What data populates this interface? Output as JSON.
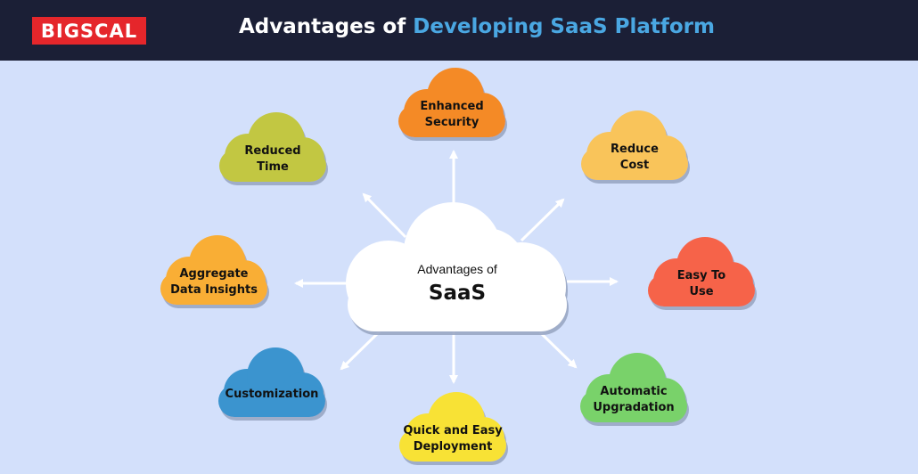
{
  "header": {
    "logo": "BIGSCAL",
    "title_prefix": "Advantages of ",
    "title_accent": "Developing SaaS Platform"
  },
  "colors": {
    "background": "#d3e0fb",
    "header": "#1b1f36",
    "logo": "#e5262b",
    "title_accent": "#4aa7e2"
  },
  "center": {
    "line1": "Advantages of",
    "line2": "SaaS"
  },
  "clouds": [
    {
      "id": "enhanced-security",
      "lines": [
        "Enhanced",
        "Security"
      ],
      "color": "#f48a26"
    },
    {
      "id": "reduce-cost",
      "lines": [
        "Reduce",
        "Cost"
      ],
      "color": "#f9c45a"
    },
    {
      "id": "easy-to-use",
      "lines": [
        "Easy To",
        "Use"
      ],
      "color": "#f6644a"
    },
    {
      "id": "automatic-upgradation",
      "lines": [
        "Automatic",
        "Upgradation"
      ],
      "color": "#79d26a"
    },
    {
      "id": "quick-and-easy-deployment",
      "lines": [
        "Quick and Easy",
        "Deployment"
      ],
      "color": "#f8e234"
    },
    {
      "id": "customization",
      "lines": [
        "Customization"
      ],
      "color": "#3a94cf"
    },
    {
      "id": "aggregate-data-insights",
      "lines": [
        "Aggregate",
        "Data Insights"
      ],
      "color": "#f9ae35"
    },
    {
      "id": "reduced-time",
      "lines": [
        "Reduced",
        "Time"
      ],
      "color": "#c2c743"
    }
  ]
}
